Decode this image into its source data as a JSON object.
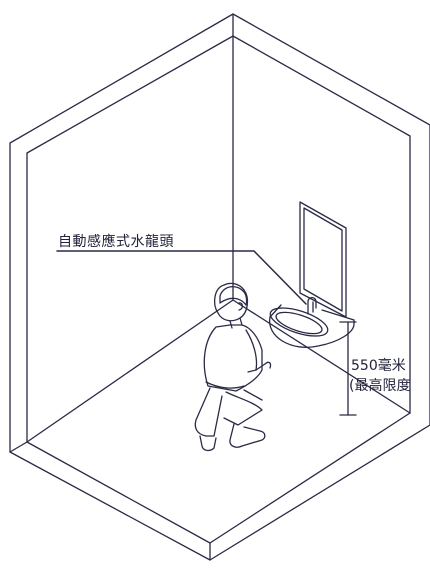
{
  "labels": {
    "faucet": "自動感應式水龍頭",
    "height_value": "550毫米",
    "height_note": "(最高限度"
  },
  "colors": {
    "line": "#2a2a45",
    "background": "#ffffff"
  }
}
